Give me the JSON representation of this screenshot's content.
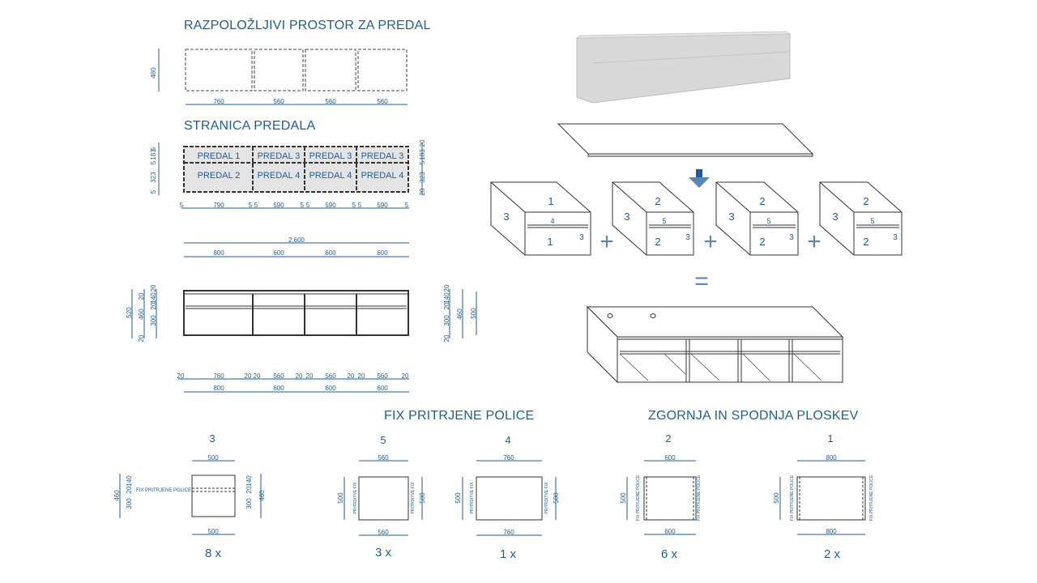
{
  "headings": {
    "available_space": "RAZPOLOŽLJIVI PROSTOR ZA PREDAL",
    "drawer_front": "STRANICA PREDALA",
    "fixed_shelves": "FIX PRITRJENE POLICE",
    "top_bottom": "ZGORNJA IN SPODNJA PLOSKEV"
  },
  "space_row": {
    "height": "480",
    "widths": [
      "760",
      "560",
      "560",
      "560"
    ]
  },
  "drawers": {
    "top_row": [
      "PREDAL 1",
      "PREDAL 3",
      "PREDAL 3",
      "PREDAL 3"
    ],
    "bottom_row": [
      "PREDAL 2",
      "PREDAL 4",
      "PREDAL 4",
      "PREDAL 4"
    ],
    "left_dims": [
      "5",
      "183",
      "5",
      "323",
      "5"
    ],
    "right_dims": [
      "20",
      "183",
      "5",
      "323",
      "20"
    ],
    "gap": "5",
    "widths": [
      "790",
      "590",
      "590",
      "590"
    ],
    "total": "2.600",
    "modules": [
      "800",
      "600",
      "600",
      "600"
    ]
  },
  "front_view": {
    "left_dims": [
      "520",
      "460",
      "20",
      "300",
      "20",
      "140",
      "20",
      "20"
    ],
    "right_dims": [
      "20",
      "140",
      "20",
      "300",
      "20",
      "460",
      "500"
    ],
    "inner_widths": [
      "760",
      "560",
      "560",
      "560"
    ],
    "gap": "20",
    "modules": [
      "800",
      "600",
      "600",
      "600"
    ]
  },
  "panels": [
    {
      "num": "3",
      "width": "500",
      "height": "460",
      "dims": [
        "140",
        "20",
        "300"
      ],
      "side_label": "FIX PRITRJENE POLICE",
      "qty": "8 x"
    },
    {
      "num": "5",
      "width": "560",
      "height": "500",
      "side_label": "PRITRDITVE FIX",
      "qty": "3 x"
    },
    {
      "num": "4",
      "width": "760",
      "height": "500",
      "side_label": "PRITRDITVE FIX",
      "qty": "1 x"
    },
    {
      "num": "2",
      "width": "600",
      "height": "500",
      "side_label": "FIX PRITRJENE POLICE",
      "qty": "6 x"
    },
    {
      "num": "1",
      "width": "800",
      "height": "500",
      "side_label": "FIX PRITRJENE POLICE",
      "qty": "2 x"
    }
  ],
  "assembly": {
    "modules": [
      {
        "side": "3",
        "top": "1",
        "shelf": "4",
        "bottom": "1",
        "back": "3"
      },
      {
        "side": "3",
        "top": "2",
        "shelf": "5",
        "bottom": "2",
        "back": "3"
      },
      {
        "side": "3",
        "top": "2",
        "shelf": "5",
        "bottom": "2",
        "back": "3"
      },
      {
        "side": "3",
        "top": "2",
        "shelf": "5",
        "bottom": "2",
        "back": "3"
      }
    ],
    "plus": "+",
    "equals": "="
  },
  "colors": {
    "accent": "#1f5d99",
    "line": "#333333",
    "cabinet": "#d8d8d8"
  }
}
